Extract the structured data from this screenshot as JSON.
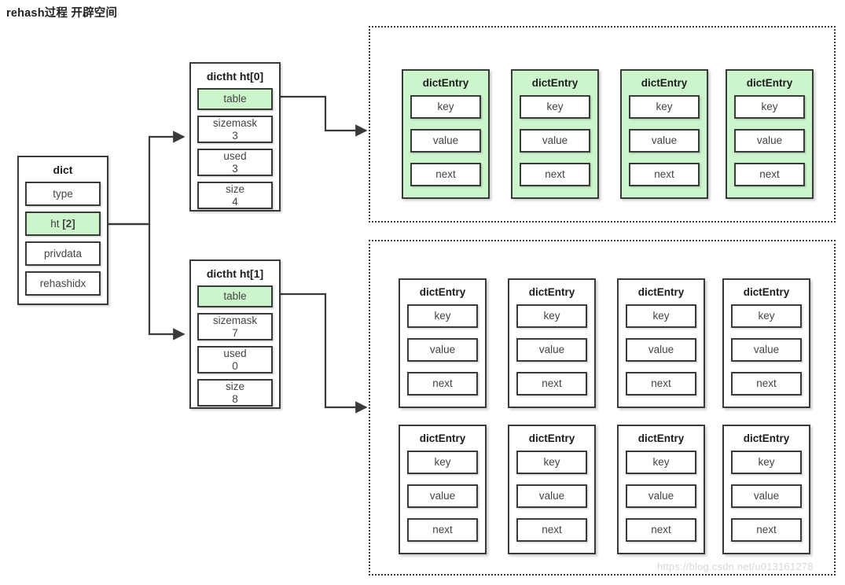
{
  "page": {
    "title": "rehash过程 开辟空间",
    "watermark": "https://blog.csdn.net/u013161278"
  },
  "colors": {
    "highlight_green": "#ccf5cc",
    "border": "#3a3a3a",
    "text": "#444444",
    "title_text": "#1c1c1c",
    "watermark": "#d8d8d8"
  },
  "dict": {
    "title": "dict",
    "fields": [
      {
        "name": "type",
        "value": "",
        "highlight": false
      },
      {
        "name": "ht",
        "value": "[2]",
        "highlight": true
      },
      {
        "name": "privdata",
        "value": "",
        "highlight": false
      },
      {
        "name": "rehashidx",
        "value": "",
        "highlight": false
      }
    ]
  },
  "dictht0": {
    "title": "dictht ht[0]",
    "fields": [
      {
        "name": "table",
        "value": "",
        "highlight": true
      },
      {
        "name": "sizemask",
        "value": "3",
        "highlight": false
      },
      {
        "name": "used",
        "value": "3",
        "highlight": false
      },
      {
        "name": "size",
        "value": "4",
        "highlight": false
      }
    ]
  },
  "dictht1": {
    "title": "dictht ht[1]",
    "fields": [
      {
        "name": "table",
        "value": "",
        "highlight": true
      },
      {
        "name": "sizemask",
        "value": "7",
        "highlight": false
      },
      {
        "name": "used",
        "value": "0",
        "highlight": false
      },
      {
        "name": "size",
        "value": "8",
        "highlight": false
      }
    ]
  },
  "entry_labels": {
    "title": "dictEntry",
    "key": "key",
    "value": "value",
    "next": "next"
  },
  "region_ht0": {
    "entry_count": 4,
    "rows": 1,
    "columns": 4,
    "highlight": true
  },
  "region_ht1": {
    "entry_count": 8,
    "rows": 2,
    "columns": 4,
    "highlight": false
  }
}
